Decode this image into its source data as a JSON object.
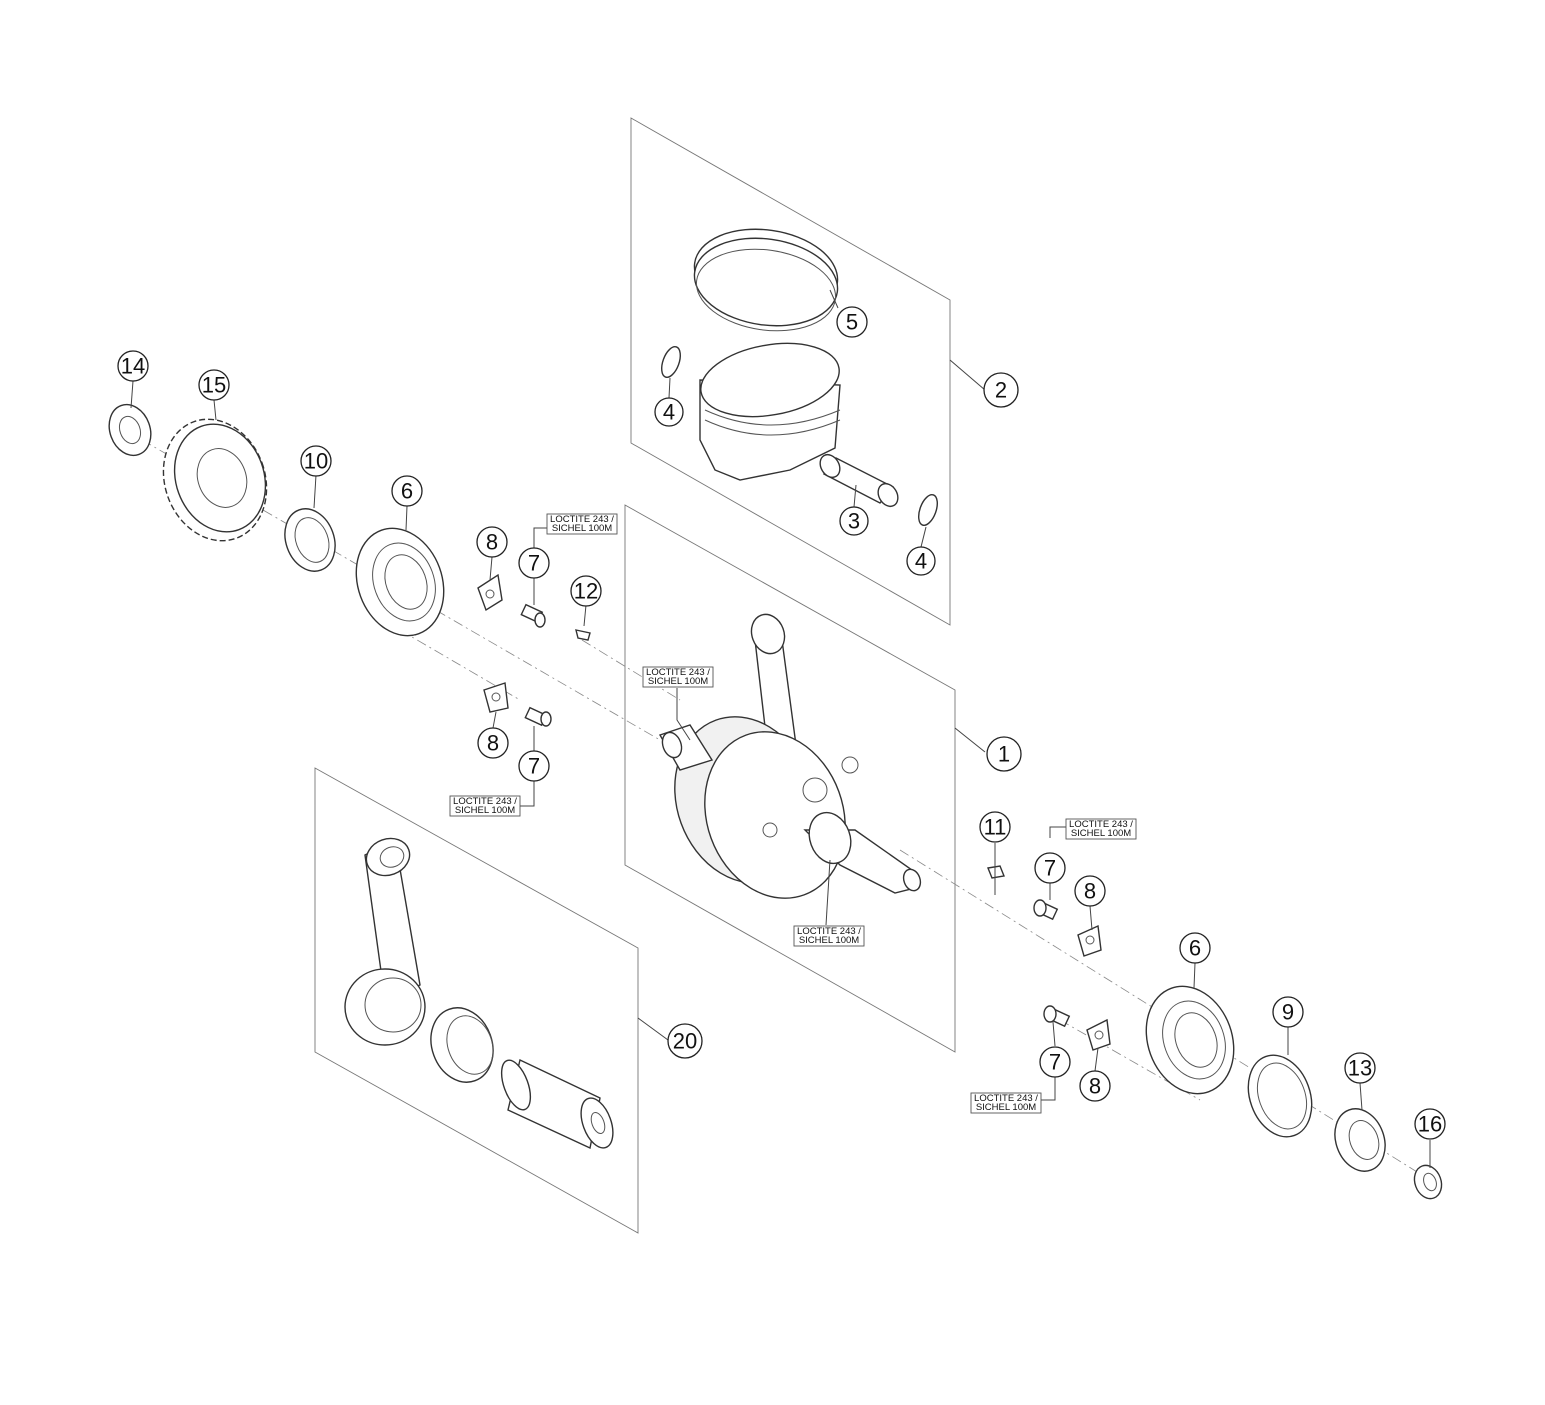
{
  "callouts": [
    {
      "id": "c14a",
      "label": "14"
    },
    {
      "id": "c15a",
      "label": "15"
    },
    {
      "id": "c10a",
      "label": "10"
    },
    {
      "id": "c6a",
      "label": "6"
    },
    {
      "id": "c8a",
      "label": "8"
    },
    {
      "id": "c7a",
      "label": "7"
    },
    {
      "id": "c12a",
      "label": "12"
    },
    {
      "id": "c5a",
      "label": "5"
    },
    {
      "id": "c2a",
      "label": "2"
    },
    {
      "id": "c4a",
      "label": "4"
    },
    {
      "id": "c3a",
      "label": "3"
    },
    {
      "id": "c4b",
      "label": "4"
    },
    {
      "id": "c8b",
      "label": "8"
    },
    {
      "id": "c7b",
      "label": "7"
    },
    {
      "id": "c1a",
      "label": "1"
    },
    {
      "id": "c11a",
      "label": "11"
    },
    {
      "id": "c7c",
      "label": "7"
    },
    {
      "id": "c8c",
      "label": "8"
    },
    {
      "id": "c6b",
      "label": "6"
    },
    {
      "id": "c9a",
      "label": "9"
    },
    {
      "id": "c13a",
      "label": "13"
    },
    {
      "id": "c16a",
      "label": "16"
    },
    {
      "id": "c7d",
      "label": "7"
    },
    {
      "id": "c8d",
      "label": "8"
    },
    {
      "id": "c20a",
      "label": "20"
    }
  ],
  "notes": {
    "line1": "LOCTITE 243 /",
    "line2": "SICHEL 100M"
  }
}
